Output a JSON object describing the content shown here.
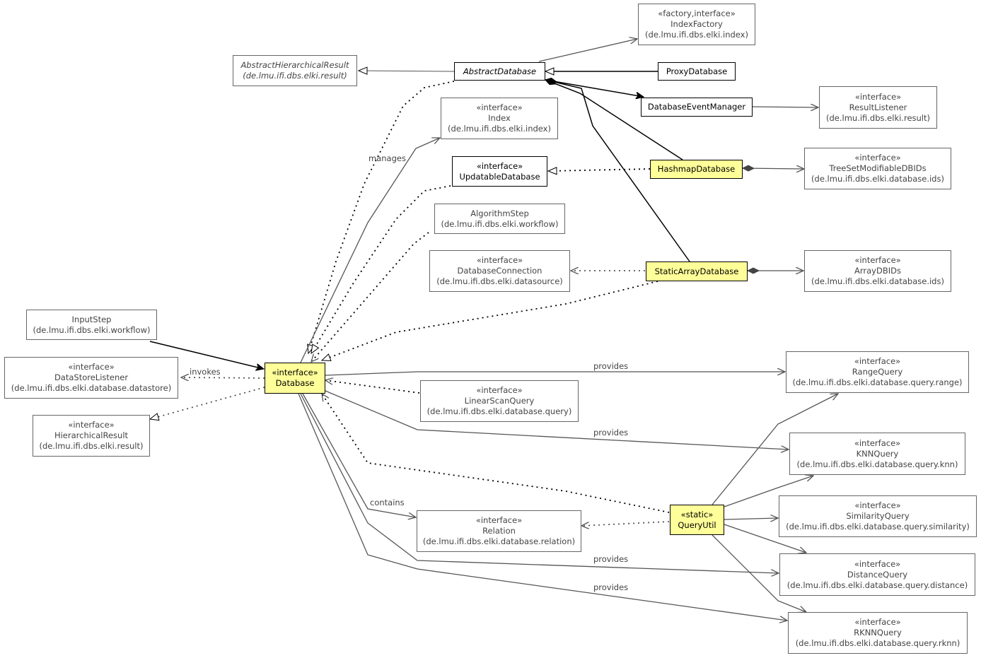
{
  "nodes": {
    "index_factory": {
      "stereo": "«factory,interface»",
      "name": "IndexFactory",
      "pkg": "(de.lmu.ifi.dbs.elki.index)"
    },
    "abstract_hierarchical_result": {
      "name": "AbstractHierarchicalResult",
      "pkg": "(de.lmu.ifi.dbs.elki.result)"
    },
    "abstract_database": {
      "name": "AbstractDatabase"
    },
    "proxy_database": {
      "name": "ProxyDatabase"
    },
    "database_event_manager": {
      "name": "DatabaseEventManager"
    },
    "result_listener": {
      "stereo": "«interface»",
      "name": "ResultListener",
      "pkg": "(de.lmu.ifi.dbs.elki.result)"
    },
    "index": {
      "stereo": "«interface»",
      "name": "Index",
      "pkg": "(de.lmu.ifi.dbs.elki.index)"
    },
    "updatable_database": {
      "stereo": "«interface»",
      "name": "UpdatableDatabase"
    },
    "hashmap_database": {
      "name": "HashmapDatabase"
    },
    "treeset_dbids": {
      "stereo": "«interface»",
      "name": "TreeSetModifiableDBIDs",
      "pkg": "(de.lmu.ifi.dbs.elki.database.ids)"
    },
    "algorithm_step": {
      "name": "AlgorithmStep",
      "pkg": "(de.lmu.ifi.dbs.elki.workflow)"
    },
    "database_connection": {
      "stereo": "«interface»",
      "name": "DatabaseConnection",
      "pkg": "(de.lmu.ifi.dbs.elki.datasource)"
    },
    "static_array_database": {
      "name": "StaticArrayDatabase"
    },
    "array_dbids": {
      "stereo": "«interface»",
      "name": "ArrayDBIDs",
      "pkg": "(de.lmu.ifi.dbs.elki.database.ids)"
    },
    "input_step": {
      "name": "InputStep",
      "pkg": "(de.lmu.ifi.dbs.elki.workflow)"
    },
    "datastore_listener": {
      "stereo": "«interface»",
      "name": "DataStoreListener",
      "pkg": "(de.lmu.ifi.dbs.elki.database.datastore)"
    },
    "database": {
      "stereo": "«interface»",
      "name": "Database"
    },
    "hierarchical_result": {
      "stereo": "«interface»",
      "name": "HierarchicalResult",
      "pkg": "(de.lmu.ifi.dbs.elki.result)"
    },
    "linear_scan_query": {
      "stereo": "«interface»",
      "name": "LinearScanQuery",
      "pkg": "(de.lmu.ifi.dbs.elki.database.query)"
    },
    "range_query": {
      "stereo": "«interface»",
      "name": "RangeQuery",
      "pkg": "(de.lmu.ifi.dbs.elki.database.query.range)"
    },
    "knn_query": {
      "stereo": "«interface»",
      "name": "KNNQuery",
      "pkg": "(de.lmu.ifi.dbs.elki.database.query.knn)"
    },
    "similarity_query": {
      "stereo": "«interface»",
      "name": "SimilarityQuery",
      "pkg": "(de.lmu.ifi.dbs.elki.database.query.similarity)"
    },
    "relation": {
      "stereo": "«interface»",
      "name": "Relation",
      "pkg": "(de.lmu.ifi.dbs.elki.database.relation)"
    },
    "query_util": {
      "stereo": "«static»",
      "name": "QueryUtil"
    },
    "distance_query": {
      "stereo": "«interface»",
      "name": "DistanceQuery",
      "pkg": "(de.lmu.ifi.dbs.elki.database.query.distance)"
    },
    "rknn_query": {
      "stereo": "«interface»",
      "name": "RKNNQuery",
      "pkg": "(de.lmu.ifi.dbs.elki.database.query.rknn)"
    }
  },
  "edge_labels": {
    "manages": "manages",
    "invokes": "invokes",
    "provides_range": "provides",
    "provides_knn": "provides",
    "contains": "contains",
    "provides_distance": "provides",
    "provides_rknn": "provides"
  },
  "colors": {
    "highlight": "#ffff99",
    "line": "#000000",
    "line_gray": "#555555"
  }
}
